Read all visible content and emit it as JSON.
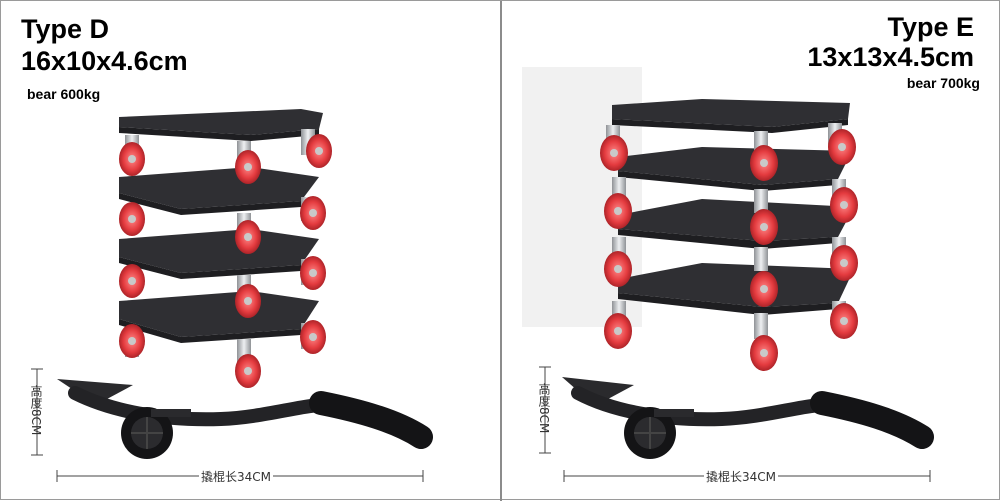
{
  "products": [
    {
      "type_label": "Type D",
      "size": "16x10x4.6cm",
      "bear": "bear 600kg",
      "lever_height": "高度8CM",
      "lever_length": "撬棍长34CM",
      "colors": {
        "wheel": "#e43b3f",
        "platform": "#2f2f33",
        "frame": "#b9bcc0",
        "handle": "#1b1b1d"
      }
    },
    {
      "type_label": "Type E",
      "size": "13x13x4.5cm",
      "bear": "bear 700kg",
      "lever_height": "高度8CM",
      "lever_length": "撬棍长34CM",
      "colors": {
        "wheel": "#e43b3f",
        "platform": "#2f2f33",
        "frame": "#b9bcc0",
        "handle": "#1b1b1d"
      }
    }
  ]
}
